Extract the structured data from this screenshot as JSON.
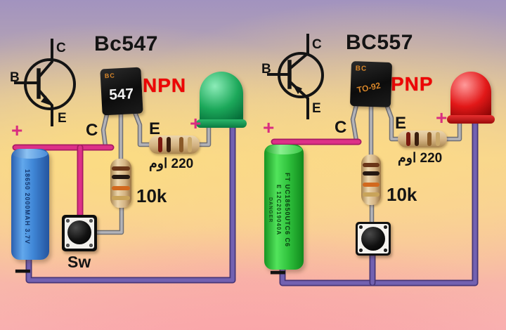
{
  "left": {
    "title": "Bc547",
    "type_label": "NPN",
    "symbol": {
      "b": "B",
      "c": "C",
      "e": "E"
    },
    "pins": {
      "c": "C",
      "e": "E"
    },
    "package": {
      "brand": "BC",
      "marking": "547"
    },
    "battery": {
      "label": "18650 2000MAH 3.7V",
      "plus": "+",
      "minus": "−"
    },
    "led_plus": "+",
    "resistor_220_label": "220 اوم",
    "resistor_10k_label": "10k",
    "switch_label": "Sw"
  },
  "right": {
    "title": "BC557",
    "type_label": "PNP",
    "symbol": {
      "b": "B",
      "c": "C",
      "e": "E"
    },
    "pins": {
      "c": "C",
      "e": "E"
    },
    "package": {
      "brand": "BC",
      "marking": "TO-92"
    },
    "battery": {
      "line1": "FT UC18650UTC6 C6",
      "line2": "E 12C2019040A",
      "line3": "DANGER",
      "plus": "+",
      "minus": "−"
    },
    "led_plus": "+",
    "resistor_220_label": "220 اوم",
    "resistor_10k_label": "10k"
  },
  "colors": {
    "positive_wire": "#dd3188",
    "negative_wire": "#7261b1",
    "lead_wire": "#b3b3b8",
    "type_text": "#ee0505",
    "led_left": "#16a34a",
    "led_right": "#dc2626"
  }
}
